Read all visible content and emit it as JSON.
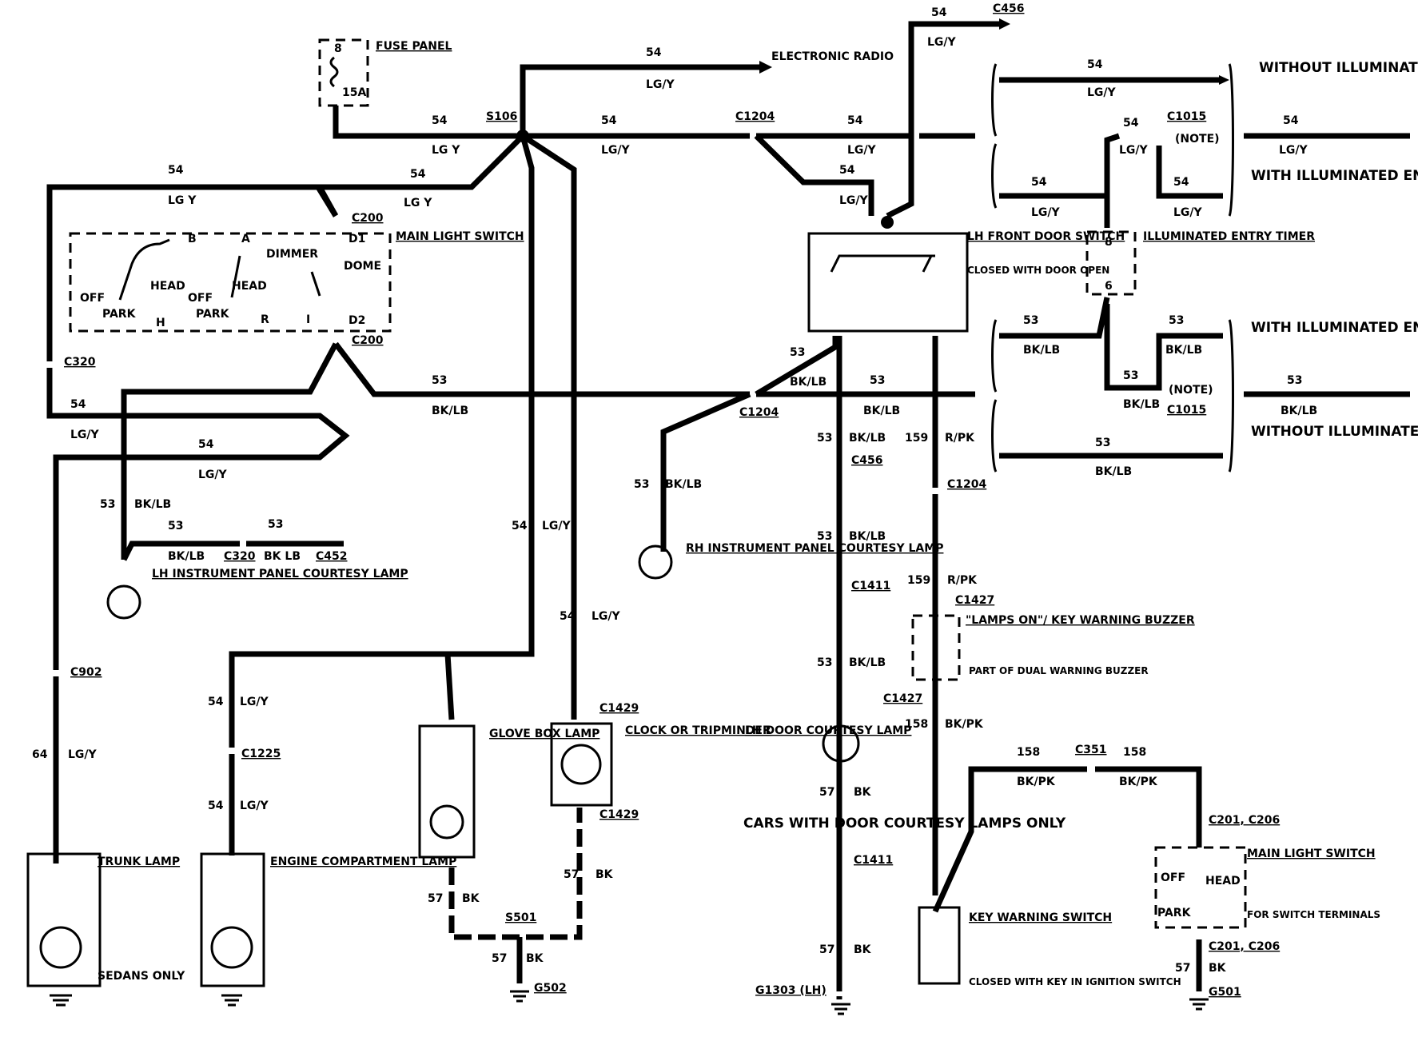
{
  "components": {
    "fuse_panel": {
      "pin": "8",
      "rating": "15A",
      "label": "FUSE PANEL"
    },
    "electronic_radio": "ELECTRONIC RADIO",
    "main_light_switch": {
      "label": "MAIN LIGHT SWITCH",
      "terminals": [
        "B",
        "A",
        "D1",
        "D2",
        "H",
        "R",
        "I"
      ],
      "positions": [
        "OFF",
        "HEAD",
        "PARK",
        "OFF",
        "HEAD",
        "PARK",
        "DIMMER",
        "DOME"
      ]
    },
    "lh_front_door_switch": {
      "label": "LH FRONT DOOR SWITCH",
      "note": "CLOSED WITH DOOR OPEN"
    },
    "illuminated_entry_timer": {
      "label": "ILLUMINATED ENTRY TIMER",
      "pins": [
        "8",
        "6"
      ]
    },
    "lh_ip_lamp": "LH INSTRUMENT PANEL COURTESY LAMP",
    "rh_ip_lamp": "RH INSTRUMENT PANEL COURTESY LAMP",
    "trunk_lamp": "TRUNK LAMP",
    "sedans_only": "SEDANS ONLY",
    "engine_lamp": "ENGINE COMPARTMENT LAMP",
    "glove_box_lamp": "GLOVE BOX LAMP",
    "clock": "CLOCK OR TRIPMINDER",
    "lh_door_lamp": "LH DOOR COURTESY LAMP",
    "cars_with_door": "CARS WITH DOOR COURTESY LAMPS ONLY",
    "buzzer": {
      "label": "\"LAMPS ON\"/ KEY WARNING BUZZER",
      "note": "PART OF DUAL WARNING BUZZER"
    },
    "key_warning_switch": {
      "label": "KEY WARNING SWITCH",
      "note": "CLOSED WITH KEY IN IGNITION SWITCH"
    },
    "main_light_switch_2": {
      "label": "MAIN LIGHT SWITCH",
      "note": "FOR SWITCH TERMINALS",
      "positions": [
        "OFF",
        "HEAD",
        "PARK"
      ]
    }
  },
  "options": {
    "without_top": "WITHOUT ILLUMINATED ENTRY",
    "with_top": "WITH ILLUMINATED ENTRY",
    "with_bottom": "WITH ILLUMINATED ENTRY",
    "without_bottom": "WITHOUT ILLUMINATED ENTRY",
    "note": "(NOTE)"
  },
  "connectors": {
    "c456": "C456",
    "s106": "S106",
    "c1204": "C1204",
    "c1015": "C1015",
    "c200": "C200",
    "c320": "C320",
    "c452": "C452",
    "c902": "C902",
    "c1225": "C1225",
    "c1429": "C1429",
    "s501": "S501",
    "g502": "G502",
    "c1411": "C1411",
    "g1303": "G1303 (LH)",
    "c1427": "C1427",
    "c351": "C351",
    "c201_c206": "C201, C206",
    "g501": "G501"
  },
  "circuits": {
    "c54": "54",
    "c53": "53",
    "c57": "57",
    "c158": "158",
    "c159": "159",
    "c64": "64",
    "lgy": "LG/Y",
    "lgy_alt": "LG Y",
    "bklb": "BK/LB",
    "bklb_alt": "BK LB",
    "bk": "BK",
    "rpk": "R/PK",
    "bkpk": "BK/PK"
  }
}
